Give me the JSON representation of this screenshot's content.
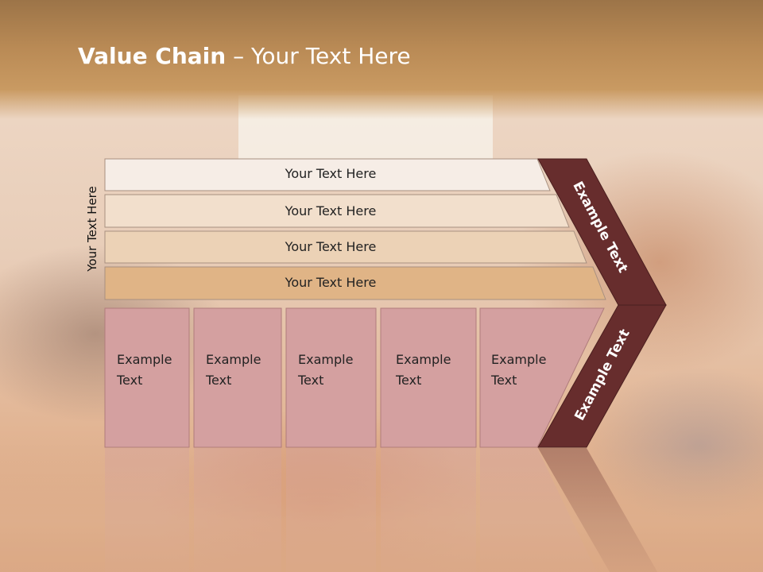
{
  "slide": {
    "title_bold": "Value Chain",
    "title_rest": " – Your Text Here",
    "side_label": "Your Text Here",
    "bars": [
      {
        "label": "Your Text Here",
        "color": "#f6ede6"
      },
      {
        "label": "Your Text Here",
        "color": "#f2dfcc"
      },
      {
        "label": "Your Text Here",
        "color": "#ecd2b6"
      },
      {
        "label": "Your Text Here",
        "color": "#e0b486"
      }
    ],
    "boxes": [
      {
        "line1": "Example",
        "line2": "Text"
      },
      {
        "line1": "Example",
        "line2": "Text"
      },
      {
        "line1": "Example",
        "line2": "Text"
      },
      {
        "line1": "Example",
        "line2": "Text"
      },
      {
        "line1": "Example",
        "line2": "Text"
      }
    ],
    "chevron_top_label": "Example Text",
    "chevron_bottom_label": "Example Text",
    "colors": {
      "chevron": "#672d2d",
      "box_fill": "#d4a0a0",
      "box_border": "#b07c7c",
      "header": "#b98a55"
    }
  }
}
